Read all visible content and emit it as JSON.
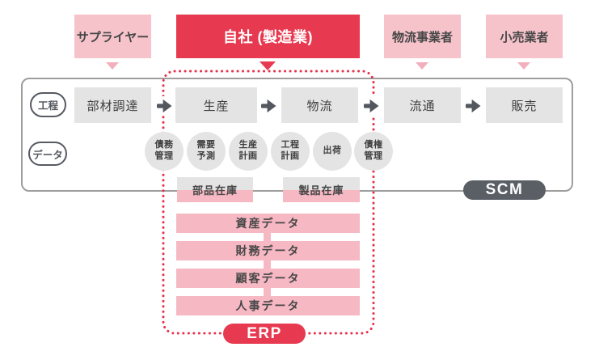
{
  "diagram_title": "SCM / ERP scope diagram",
  "colors": {
    "accent_red": "#e7394f",
    "pink_light": "#f6c3cb",
    "pink_mid": "#f6b8c3",
    "gray_box": "#e4e4e5",
    "dark_slate": "#5a5f66",
    "text_dark": "#474747",
    "border_gray": "#9e9e9e"
  },
  "top_labels": {
    "supplier": "サプライヤー",
    "company": "自社 (製造業)",
    "logistics_provider": "物流事業者",
    "retailer": "小売業者"
  },
  "row_labels": {
    "process": "工程",
    "data": "データ"
  },
  "process_steps": [
    {
      "label": "部材調達"
    },
    {
      "label": "生産"
    },
    {
      "label": "物流"
    },
    {
      "label": "流通"
    },
    {
      "label": "販売"
    }
  ],
  "data_circles": [
    {
      "label": "債務管理",
      "lines": [
        "債務",
        "管理"
      ]
    },
    {
      "label": "需要予測",
      "lines": [
        "需要",
        "予測"
      ]
    },
    {
      "label": "生産計画",
      "lines": [
        "生産",
        "計画"
      ]
    },
    {
      "label": "工程計画",
      "lines": [
        "工程",
        "計画"
      ]
    },
    {
      "label": "出荷",
      "lines": [
        "出荷"
      ]
    },
    {
      "label": "債権管理",
      "lines": [
        "債権",
        "管理"
      ]
    }
  ],
  "inventory_boxes": [
    {
      "label": "部品在庫"
    },
    {
      "label": "製品在庫"
    }
  ],
  "erp_data_boxes": [
    {
      "label": "資産データ"
    },
    {
      "label": "財務データ"
    },
    {
      "label": "顧客データ"
    },
    {
      "label": "人事データ"
    }
  ],
  "badges": {
    "scm": "SCM",
    "erp": "ERP"
  }
}
